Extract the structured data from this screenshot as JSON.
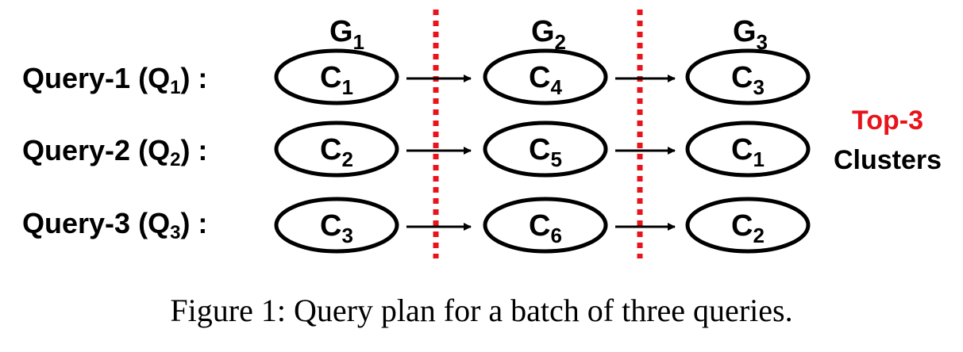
{
  "groups": [
    {
      "letter": "G",
      "sub": "1"
    },
    {
      "letter": "G",
      "sub": "2"
    },
    {
      "letter": "G",
      "sub": "3"
    }
  ],
  "queries": [
    {
      "label": "Query-1",
      "letter": "Q",
      "sub": "1",
      "clusters": [
        {
          "letter": "C",
          "sub": "1"
        },
        {
          "letter": "C",
          "sub": "4"
        },
        {
          "letter": "C",
          "sub": "3"
        }
      ]
    },
    {
      "label": "Query-2",
      "letter": "Q",
      "sub": "2",
      "clusters": [
        {
          "letter": "C",
          "sub": "2"
        },
        {
          "letter": "C",
          "sub": "5"
        },
        {
          "letter": "C",
          "sub": "1"
        }
      ]
    },
    {
      "label": "Query-3",
      "letter": "Q",
      "sub": "3",
      "clusters": [
        {
          "letter": "C",
          "sub": "3"
        },
        {
          "letter": "C",
          "sub": "6"
        },
        {
          "letter": "C",
          "sub": "2"
        }
      ]
    }
  ],
  "side_note": {
    "line1": "Top-3",
    "line2": "Clusters"
  },
  "caption": "Figure 1: Query plan for a batch of three queries.",
  "colors": {
    "divider": "#e8141b",
    "note_accent": "#e8141b",
    "ink": "#000000"
  }
}
